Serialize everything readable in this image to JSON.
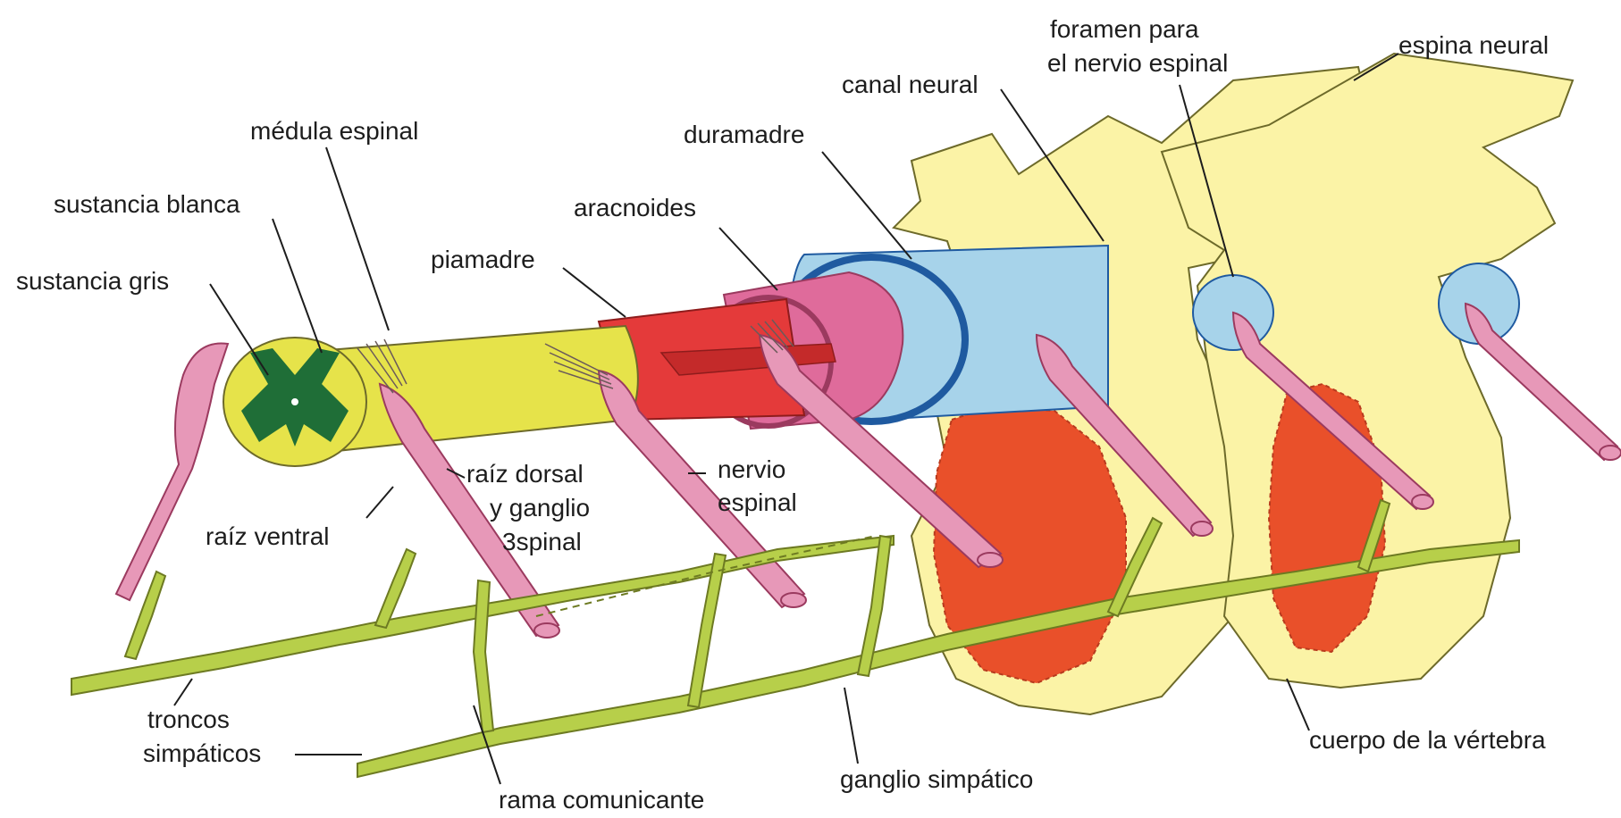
{
  "labels": {
    "medula_espinal": "médula espinal",
    "sustancia_blanca": "sustancia blanca",
    "sustancia_gris": "sustancia gris",
    "piamadre": "piamadre",
    "aracnoides": "aracnoides",
    "duramadre": "duramadre",
    "canal_neural": "canal neural",
    "foramen_line1": "foramen para",
    "foramen_line2": "el nervio espinal",
    "espina_neural": "espina neural",
    "raiz_ventral": "raíz ventral",
    "raiz_dorsal_line1": "raíz dorsal",
    "raiz_dorsal_line2": "y ganglio",
    "raiz_dorsal_line3": "3spinal",
    "nervio_espinal_line1": "nervio",
    "nervio_espinal_line2": "espinal",
    "troncos_line1": "troncos",
    "troncos_line2": "simpáticos",
    "rama_comunicante": "rama comunicante",
    "ganglio_simpatico": "ganglio simpático",
    "cuerpo_vertebra": "cuerpo de la vértebra"
  },
  "colors": {
    "bone": "#fbf3a6",
    "spinal_cord": "#e6e34a",
    "gray_matter": "#1f6e37",
    "pia_mater": "#e43a3a",
    "arachnoid": "#df6b9b",
    "dura_mater": "#a7d3ea",
    "dura_rim": "#1f5aa0",
    "nerve": "#e798b8",
    "vertebral_body": "#e9502a",
    "sympathetic": "#b7cf4a"
  }
}
